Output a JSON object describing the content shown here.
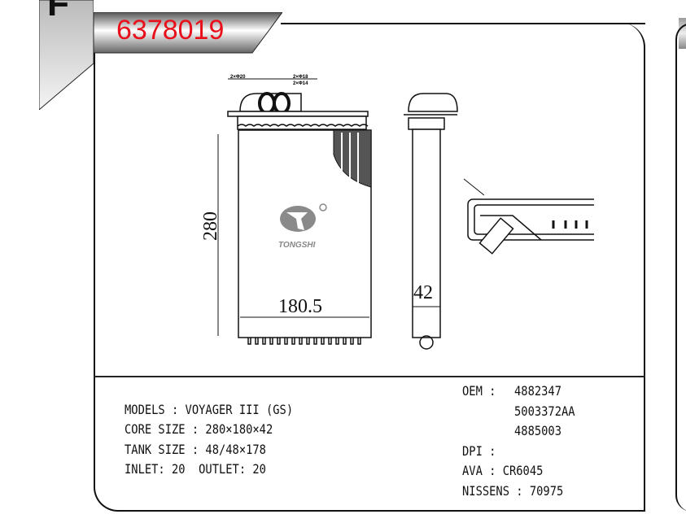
{
  "header": {
    "side_letter": "F",
    "part_number": "6378019"
  },
  "drawing": {
    "height_dim": "280",
    "width_dim": "180.5",
    "depth_dim": "42",
    "pipe_labels": [
      "2×Φ20",
      "2×Φ18",
      "2×Φ14"
    ],
    "brand_logo": "TONGSHI"
  },
  "specs": {
    "models": "MODELS : VOYAGER III (GS)",
    "core_size": "CORE SIZE : 280×180×42",
    "tank_size": "TANK SIZE : 48/48×178",
    "inlet_outlet": "INLET: 20  OUTLET: 20"
  },
  "refs": {
    "oem_label": "OEM : ",
    "oem": [
      "4882347",
      "5003372AA",
      "4885003"
    ],
    "dpi": "DPI :",
    "ava": "AVA : CR6045",
    "nissens": "NISSENS : 70975"
  },
  "colors": {
    "accent": "#e8101a"
  }
}
